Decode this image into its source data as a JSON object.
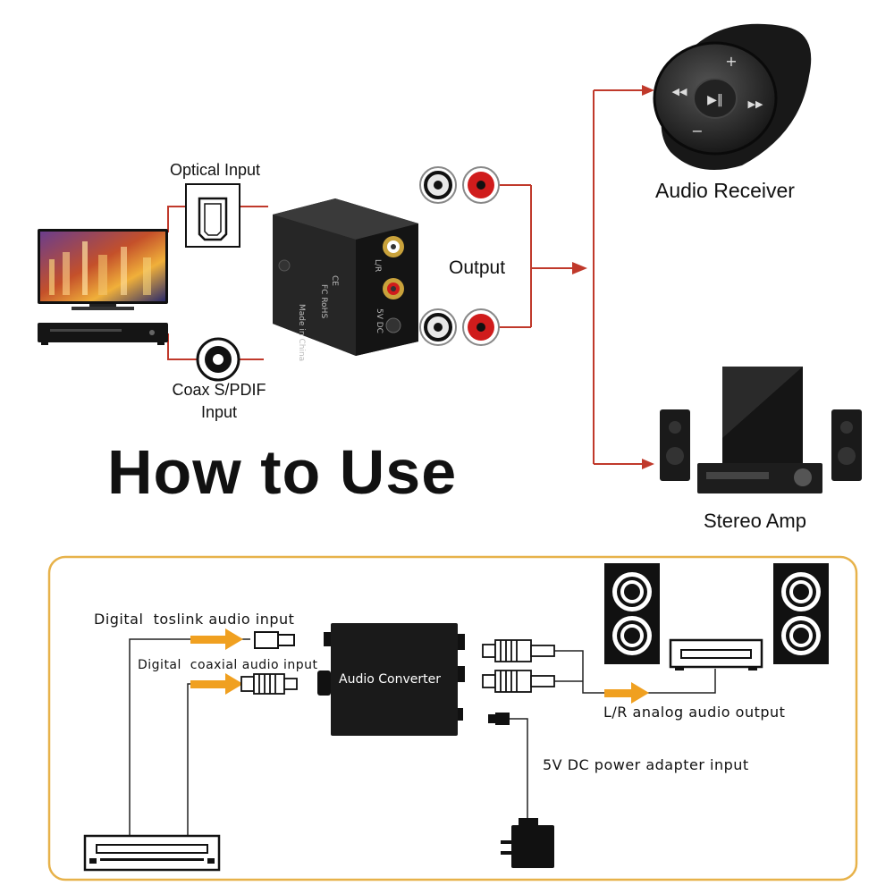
{
  "top_diagram": {
    "optical_input_label": "Optical Input",
    "coax_input_label_line1": "Coax S/PDIF",
    "coax_input_label_line2": "Input",
    "output_label": "Output",
    "audio_receiver_label": "Audio Receiver",
    "stereo_amp_label": "Stereo Amp",
    "device_small_print": [
      "Made in China",
      "FC",
      "RoHS",
      "5V DC",
      "L/R"
    ]
  },
  "heading": "How to Use",
  "bottom_diagram": {
    "toslink_label": "Digital  toslink audio input",
    "coaxial_label": "Digital  coaxial audio input",
    "converter_label": "Audio Converter",
    "analog_output_label": "L/R analog audio output",
    "power_label": "5V DC power adapter input"
  },
  "colors": {
    "line_red": "#c0392b",
    "arrow_orange": "#f0a020",
    "frame_gold": "#e7b24a",
    "device_black": "#1a1a1a",
    "rca_red": "#d01c1c"
  },
  "icons": [
    "tv-icon",
    "dvd-player-icon",
    "optical-port-icon",
    "coax-port-icon",
    "audio-converter-box-icon",
    "rca-jack-icon",
    "audio-receiver-icon",
    "stereo-amp-icon",
    "speaker-icon",
    "power-adapter-icon"
  ]
}
